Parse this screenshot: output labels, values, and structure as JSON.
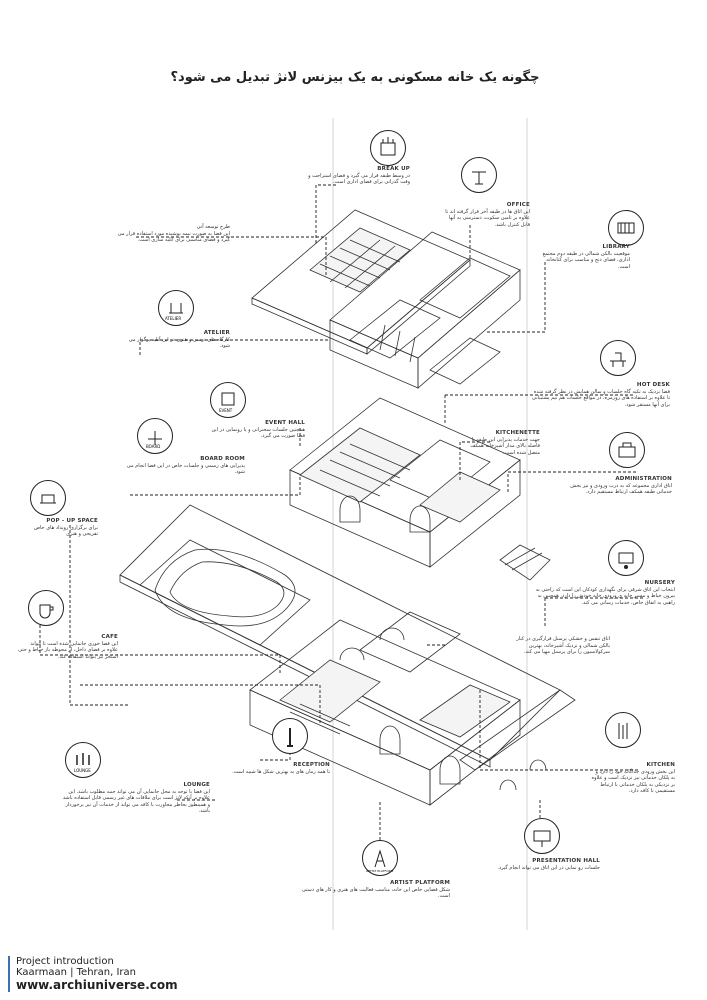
{
  "title": "چگونه یک خانه مسکونی به یک بیزنس لانژ تبدیل می شود؟",
  "callouts": {
    "break_up": {
      "label": "BREAK UP",
      "desc": "در وسط طبقه قرار می گیرد و فضای استراحت و وقت گذرانی برای فضای اداری است."
    },
    "office": {
      "label": "OFFICE",
      "desc": "این اتاق ها در طبقه آخر قرار گرفته اند تا علاوه بر تامین سکوت، دسترسی به آنها قابل کنترل باشد."
    },
    "library": {
      "label": "LIBRARY",
      "desc": "موقعیت بالکن شمالی در طبقه دوم مجتمع اداری، فضای دنج و مناسب برای کتابخانه است."
    },
    "design_note": {
      "label": "طرح توسعه آتی",
      "desc": "این فضا به صورت نیمه پوشیده مورد استفاده قرار می گیرد و فضای مناسبی برای آتلیه سازی است."
    },
    "atelier": {
      "label": "ATELIER",
      "desc": "کارگاه های درسی و هنری در این آتلیه برگزار می شود."
    },
    "hot_desk": {
      "label": "HOT DESK",
      "desc": "فضا نزدیک به تکیه گاه جلسات و سالن همایش در نظر گرفته شده تا علاوه بر استفاده های روزمره، در مواقع جلسات هم تیم پشتیبانی برای آنها مستقر شود."
    },
    "event_hall": {
      "label": "EVENT HALL",
      "desc": "همچنین جلسات سخنرانی و یا رونمایی در این فضا صورت می گیرد."
    },
    "kitchenette": {
      "label": "KITCHENETTE",
      "desc": "جهت خدمات پذیرایی این طبقه با فاصله بالای مدار آشپزخانه همکف متصل شده است."
    },
    "board_room": {
      "label": "BOARD ROOM",
      "desc": "پذیرایی های رسمی و جلسات خاص در این فضا انجام می شود."
    },
    "administration": {
      "label": "ADMINISTRATION",
      "desc": "اتاق اداری مجموعه که به درب ورودی و نیز بخش خدماتی طبقه همکف ارتباط مستقیم دارد."
    },
    "pop_up_space": {
      "label": "POP - UP SPACE",
      "desc": "برای برگزاری رویداد های خاص تفریحی و هنری"
    },
    "nursery": {
      "label": "NURSERY",
      "desc": "انتخاب این اتاق شرقی برای نگهداری کودکان این است که راحتی به بیرون حیاط و مسیر خانه ی ورودی خانه خودش را دارد. همچنین به راهبی به اتفاق خاص، خدمات رسانی می کند."
    },
    "cafe": {
      "label": "CAFE",
      "desc": "این فضا خوری جانمایی شده است تا بتواند علاوه بر فضای داخل، از محوطه باز حیاط و حتی استخر نیز بتواند استفاده کند."
    },
    "staff": {
      "label": "",
      "desc": "اتاق تنفس و خشکی پرسنل قرارگیری در کنار بالکن شمالی و نزدیک آشپزخانه، بهترین سرکولاسیون را برای پرسنل مهیا می کند."
    },
    "kitchen": {
      "label": "KITCHEN",
      "desc": "این بخش ورودی جداگانه خود را دارد و به پلکان خدماتی نیز نزدیک است و علاوه بر نزدیکی به پلکان خدماتی با ارتباط مستقیمی با کافه دارد."
    },
    "reception": {
      "label": "RECEPTION",
      "desc": "تا همه زمان های به بهترین شکل ها شبیه است."
    },
    "lounge": {
      "label": "LOUNGE",
      "desc": "این فضا با توجه به محل جانمایی آن می تواند جنبه مطلوب باشد. این علاوه بر آنکه لانژ است برای ملاقات های غیر رسمی قابل استفاده باشد و همینطور بخاطر مجاورت با کافه می تواند از خدمات آن نیز برخوردار باشد."
    },
    "presentation_hall": {
      "label": "PRESENTATION HALL",
      "desc": "جلسات رو نمایی در این اتاق می تواند انجام گیرد."
    },
    "artist_platform": {
      "label": "ARTIST PLATFORM",
      "desc": "شکل فضایی خاص این خانه، مناسب فعالیت های هنری و کار های دستی است."
    }
  },
  "icon_labels": {
    "atelier_icon_text": "ATELIER",
    "event_icon_text": "EVENT",
    "board_icon_text": "BOARD",
    "lounge_icon_text": "LOUNGE",
    "artist_icon_text": "ARTIST PLATFORM"
  },
  "footer": {
    "line1": "Project introduction",
    "line2": "Kaarmaan | Tehran, Iran",
    "line3": "www.archiuniverse.com"
  },
  "colors": {
    "accent": "#3b6fb6",
    "ink": "#222222"
  }
}
